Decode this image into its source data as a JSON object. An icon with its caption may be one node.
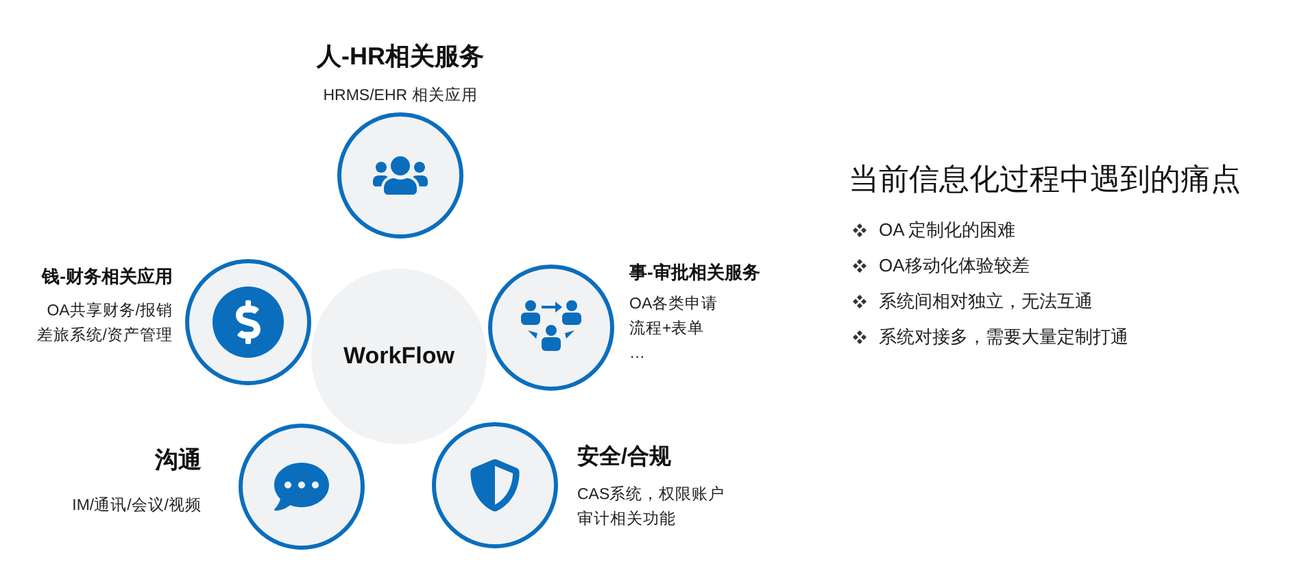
{
  "diagram": {
    "nodes": [
      {
        "text": [
          "WorkFlow"
        ]
      },
      {
        "text": [],
        "shape": "circle",
        "beside": [
          "人-HR相关服务",
          "HRMS/EHR 相关应用"
        ]
      },
      {
        "text": [],
        "shape": "circle",
        "beside": [
          "钱-财务相关应用",
          "OA共享财务/报销",
          "差旅系统/资产管理"
        ]
      },
      {
        "text": [],
        "shape": "circle",
        "beside": [
          "事-审批相关服务",
          "OA各类申请",
          "流程+表单",
          "…"
        ]
      },
      {
        "text": [],
        "shape": "circle",
        "beside": [
          "沟通",
          "IM/通讯/会议/视频"
        ]
      },
      {
        "text": [],
        "shape": "circle",
        "beside": [
          "安全/合规",
          "CAS系统，权限账户",
          "审计相关功能"
        ]
      }
    ],
    "labels": [
      "当前信息化过程中遇到的痛点",
      "OA 定制化的困难",
      "OA移动化体验较差",
      "系统间相对独立，无法互通",
      "系统对接多，需要大量定制打通"
    ]
  }
}
